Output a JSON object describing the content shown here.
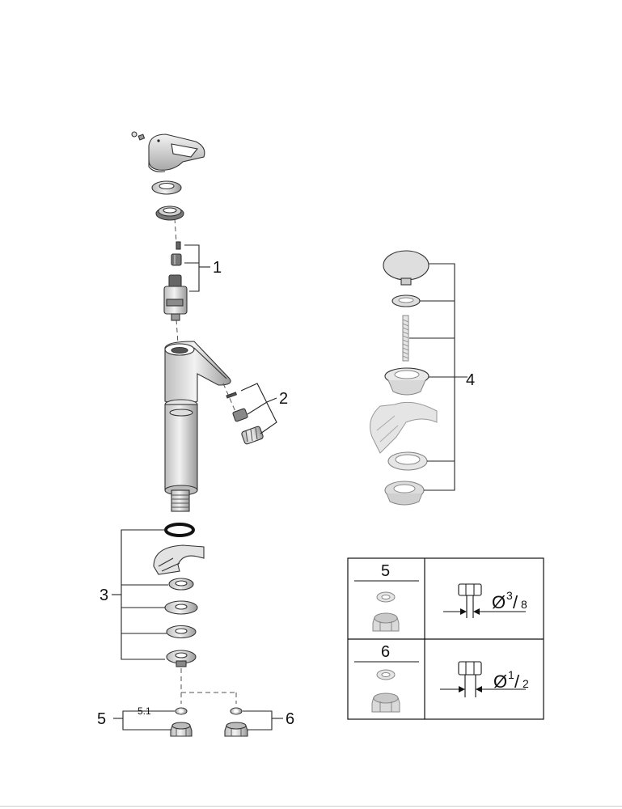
{
  "callouts": {
    "c1": "1",
    "c2": "2",
    "c3": "3",
    "c4": "4",
    "c5": "5",
    "c5_1": "5.1",
    "c6": "6"
  },
  "table": {
    "row1": {
      "label": "5",
      "diameter_sym": "Ø",
      "num": "3",
      "den": "8"
    },
    "row2": {
      "label": "6",
      "diameter_sym": "Ø",
      "num": "1",
      "den": "2"
    }
  },
  "icons": [
    "lever-handle",
    "cartridge",
    "aerator",
    "spout-body",
    "extension-tube",
    "pop-up-waste",
    "washer",
    "nut",
    "basin-section",
    "pipe-fitting"
  ],
  "colors": {
    "line": "#222222",
    "part_fill": "#e8e8e8",
    "part_dark": "#555555"
  }
}
